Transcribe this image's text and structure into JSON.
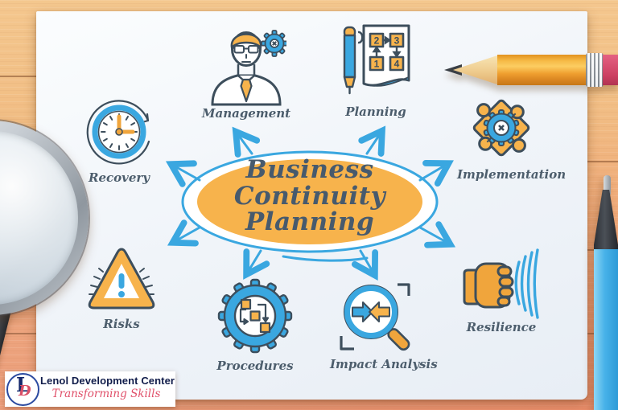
{
  "center": {
    "line1": "Business",
    "line2": "Continuity",
    "line3": "Planning"
  },
  "nodes": [
    {
      "label": "Management",
      "icon": "manager-with-gear-icon"
    },
    {
      "label": "Planning",
      "icon": "pen-and-flowchart-icon",
      "steps": [
        "1",
        "2",
        "3",
        "4"
      ]
    },
    {
      "label": "Implementation",
      "icon": "puzzle-gear-icon"
    },
    {
      "label": "Recovery",
      "icon": "clock-refresh-icon"
    },
    {
      "label": "Risks",
      "icon": "warning-triangle-icon"
    },
    {
      "label": "Procedures",
      "icon": "gear-workflow-icon"
    },
    {
      "label": "Impact Analysis",
      "icon": "magnifier-converging-arrows-icon"
    },
    {
      "label": "Resilience",
      "icon": "fist-shockwaves-icon"
    }
  ],
  "branding": {
    "monogram_l": "L",
    "monogram_d": "D",
    "name": "Lenol Development Center",
    "tagline": "Transforming Skills"
  },
  "colors": {
    "accent_blue": "#3aa7e0",
    "accent_orange": "#f7b34c",
    "outline_ink": "#3d4e5c",
    "title_ink": "#475a6d",
    "brand_navy": "#101c4a",
    "brand_red": "#e0506a"
  }
}
